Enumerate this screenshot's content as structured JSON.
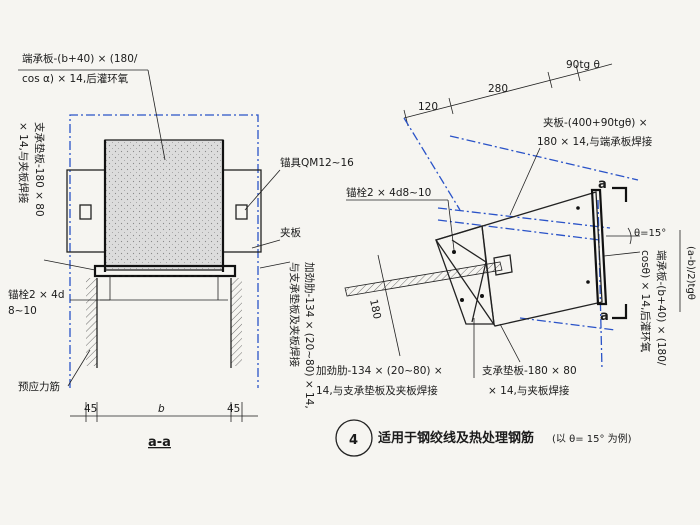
{
  "section_left": {
    "end_plate_line1": "端承板-(b+40) × (180/",
    "end_plate_line2": "cos α) × 14,后灌环氧",
    "support_pad": "支承垫板-180 × 80",
    "support_pad2": "× 14,与夹板焊接",
    "anchor": "锚具QM12~16",
    "clamp_plate": "夹板",
    "bolt1": "锚栓2 × 4d",
    "bolt2": "8~10",
    "tendon": "预应力筋",
    "rib1": "加劲肋-134 × (20~80) × 14,",
    "rib2": "与支承垫板及夹板焊接",
    "dim_left": "45",
    "dim_mid": "b",
    "dim_right": "45",
    "caption": "a-a"
  },
  "section_right": {
    "dim_120": "120",
    "dim_280": "280",
    "dim_90": "90tg θ",
    "clamp1": "夹板-(400+90tgθ) ×",
    "clamp2": "180 × 14,与端承板焊接",
    "bolt": "锚栓2 × 4d8~10",
    "mark_a_top": "a",
    "mark_a_bottom": "a",
    "angle": "θ=15°",
    "dim_180": "180",
    "dim_ab": "(a-b)/2)tgθ",
    "end_plate1": "端承板-(b+40) × (180/",
    "end_plate2": "cosθ) × 14,后灌环氧",
    "rib1": "加劲肋-134 × (20~80) ×",
    "rib2": "14,与支承垫板及夹板焊接",
    "pad1": "支承垫板-180 × 80",
    "pad2": "× 14,与夹板焊接"
  },
  "footer": {
    "number": "4",
    "title": "适用于钢绞线及热处理钢筋",
    "note": "(以 θ= 15° 为例)"
  }
}
